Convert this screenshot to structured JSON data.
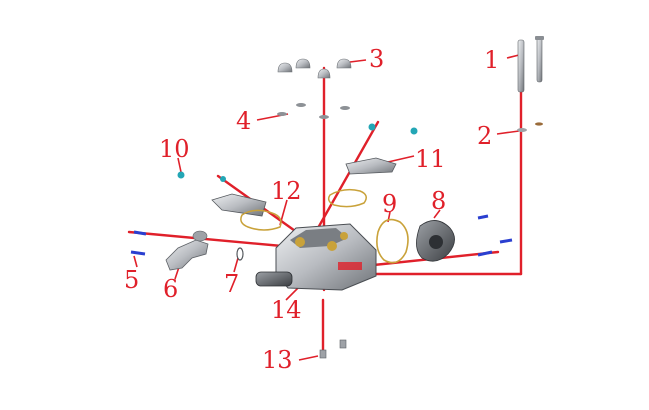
{
  "colors": {
    "callout": "#e0202a",
    "metal": "#b9bcc1",
    "metal_dark": "#6f7378",
    "accent_blue": "#2a3fd0",
    "teal": "#23a6b5",
    "gold": "#c9a23a"
  },
  "callouts": [
    {
      "id": "1",
      "label": "1"
    },
    {
      "id": "2",
      "label": "2"
    },
    {
      "id": "3",
      "label": "3"
    },
    {
      "id": "4",
      "label": "4"
    },
    {
      "id": "5",
      "label": "5"
    },
    {
      "id": "6",
      "label": "6"
    },
    {
      "id": "7",
      "label": "7"
    },
    {
      "id": "8",
      "label": "8"
    },
    {
      "id": "9",
      "label": "9"
    },
    {
      "id": "10",
      "label": "10"
    },
    {
      "id": "11",
      "label": "11"
    },
    {
      "id": "12",
      "label": "12"
    },
    {
      "id": "13",
      "label": "13"
    },
    {
      "id": "14",
      "label": "14"
    }
  ],
  "icons": [
    "cylinder-head-icon",
    "stud-bolt-icon",
    "cap-nut-icon",
    "washer-icon",
    "gasket-icon",
    "cover-plate-icon",
    "thermostat-housing-icon",
    "oring-icon",
    "bolt-icon",
    "plug-icon"
  ]
}
